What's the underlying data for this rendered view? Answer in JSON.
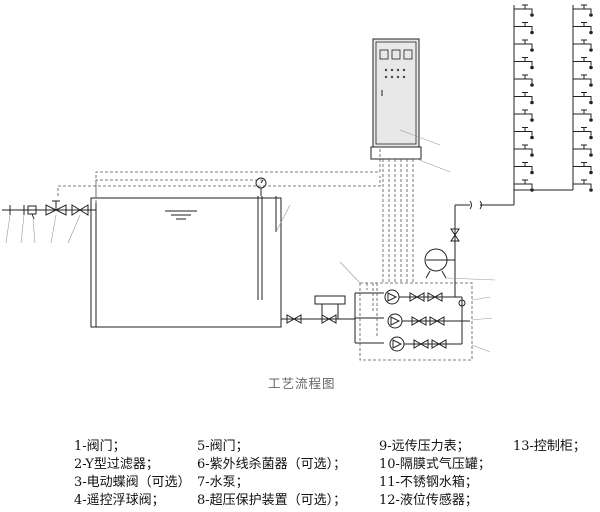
{
  "caption": "工艺流程图",
  "legend": {
    "col1": [
      "1-阀门；",
      "2-Y型过滤器；",
      "3-电动蝶阀（可选）",
      "4-遥控浮球阀；"
    ],
    "col2": [
      "5-阀门；",
      "6-紫外线杀菌器（可选）；",
      "7-水泵；",
      "8-超压保护装置（可选）；"
    ],
    "col3": [
      "9-远传压力表；",
      "10-隔膜式气压罐；",
      "11-不锈钢水箱；",
      "12-液位传感器；"
    ],
    "col4": [
      "13-控制柜；"
    ]
  },
  "colors": {
    "line": "#222222",
    "dashed": "#555555",
    "leader": "#888888",
    "cabinet_shade": "#e8e8e8"
  },
  "icons": [
    "gate-valve-icon",
    "check-valve-icon",
    "pump-icon",
    "pressure-gauge-icon",
    "pressure-tank-icon",
    "faucet-icon"
  ]
}
